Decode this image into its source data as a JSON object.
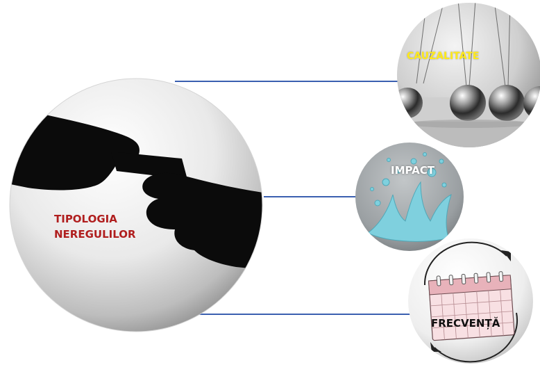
{
  "main_node": {
    "label_line1": "TIPOLOGIA",
    "label_line2": "NEREGULILOR",
    "icon": "hands-exchanging-money-icon"
  },
  "branches": [
    {
      "label": "CAUZALITATE",
      "icon": "newtons-cradle-icon"
    },
    {
      "label": "IMPACT",
      "icon": "liquid-splash-icon"
    },
    {
      "label": "FRECVENȚĂ",
      "icon": "calendar-cycle-icon"
    }
  ],
  "colors": {
    "connector": "#3a5fb0",
    "main_label": "#b01e1e",
    "cauzalitate_label": "#ffea1a",
    "impact_label": "#ffffff",
    "frecventa_label": "#111111"
  }
}
